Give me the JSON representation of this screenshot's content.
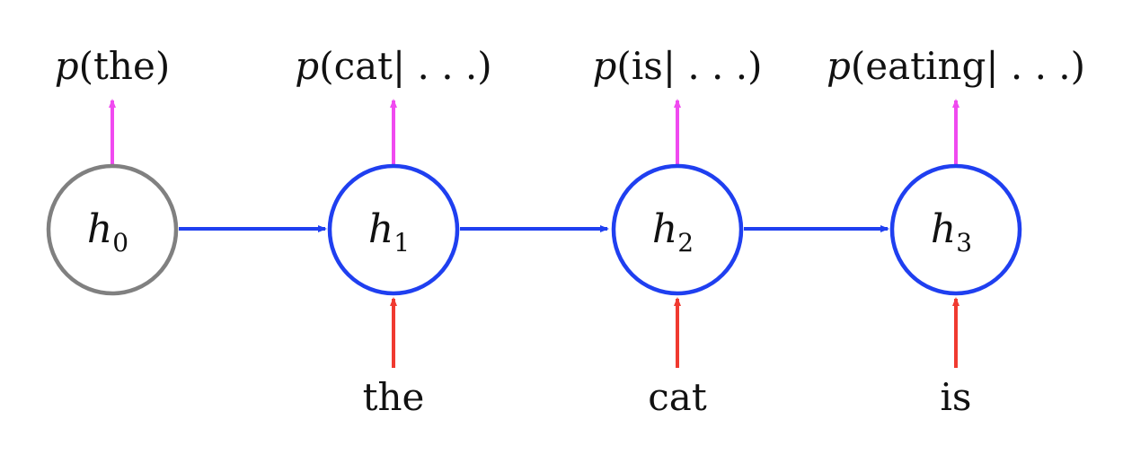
{
  "colors": {
    "initial_node": "#808080",
    "hidden_node": "#1f3ff0",
    "recurrent_arrow": "#1f3ff0",
    "output_arrow": "#f04af0",
    "input_arrow": "#f03a30",
    "text": "#111111"
  },
  "nodes": [
    {
      "var": "h",
      "sub": "0",
      "kind": "initial"
    },
    {
      "var": "h",
      "sub": "1",
      "kind": "hidden"
    },
    {
      "var": "h",
      "sub": "2",
      "kind": "hidden"
    },
    {
      "var": "h",
      "sub": "3",
      "kind": "hidden"
    }
  ],
  "outputs": [
    {
      "fn": "p",
      "open": "(",
      "word": "the",
      "cond": "",
      "close": ")"
    },
    {
      "fn": "p",
      "open": "(",
      "word": "cat",
      "cond": "| . . .",
      "close": ")"
    },
    {
      "fn": "p",
      "open": "(",
      "word": "is",
      "cond": "| . . .",
      "close": ")"
    },
    {
      "fn": "p",
      "open": "(",
      "word": "eating",
      "cond": "| . . .",
      "close": ")"
    }
  ],
  "inputs": [
    "",
    "the",
    "cat",
    "is"
  ]
}
